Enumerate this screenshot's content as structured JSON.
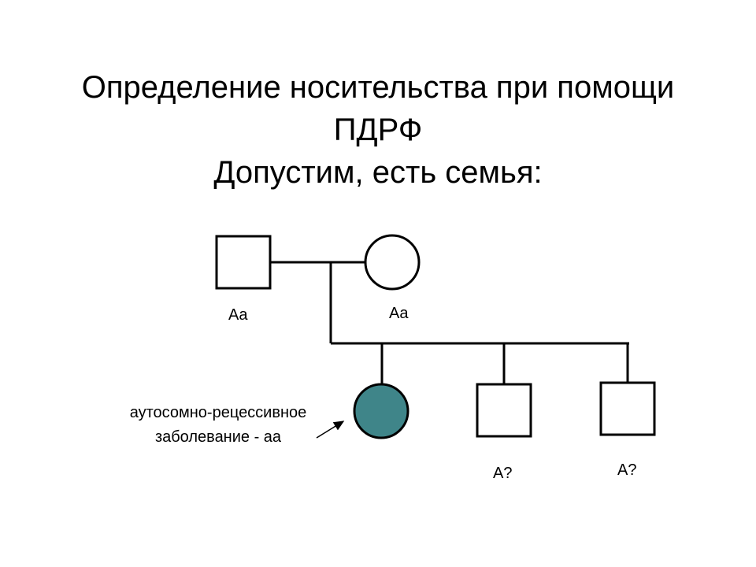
{
  "title": {
    "line1": "Определение носительства при помощи",
    "line2": "ПДРФ",
    "line3": "Допустим, есть семья:"
  },
  "pedigree": {
    "father": {
      "label": "Aa",
      "shape": "square"
    },
    "mother": {
      "label": "Aa",
      "shape": "circle"
    },
    "affected_daughter": {
      "shape": "circle",
      "fill": "#3F8589",
      "annotation_line1": "аутосомно-рецессивное",
      "annotation_line2": "заболевание - аа"
    },
    "son1": {
      "label": "A?",
      "shape": "square"
    },
    "son2": {
      "label": "A?",
      "shape": "square"
    }
  },
  "colors": {
    "line": "#000000",
    "affected_fill": "#3F8589",
    "background": "#ffffff"
  }
}
